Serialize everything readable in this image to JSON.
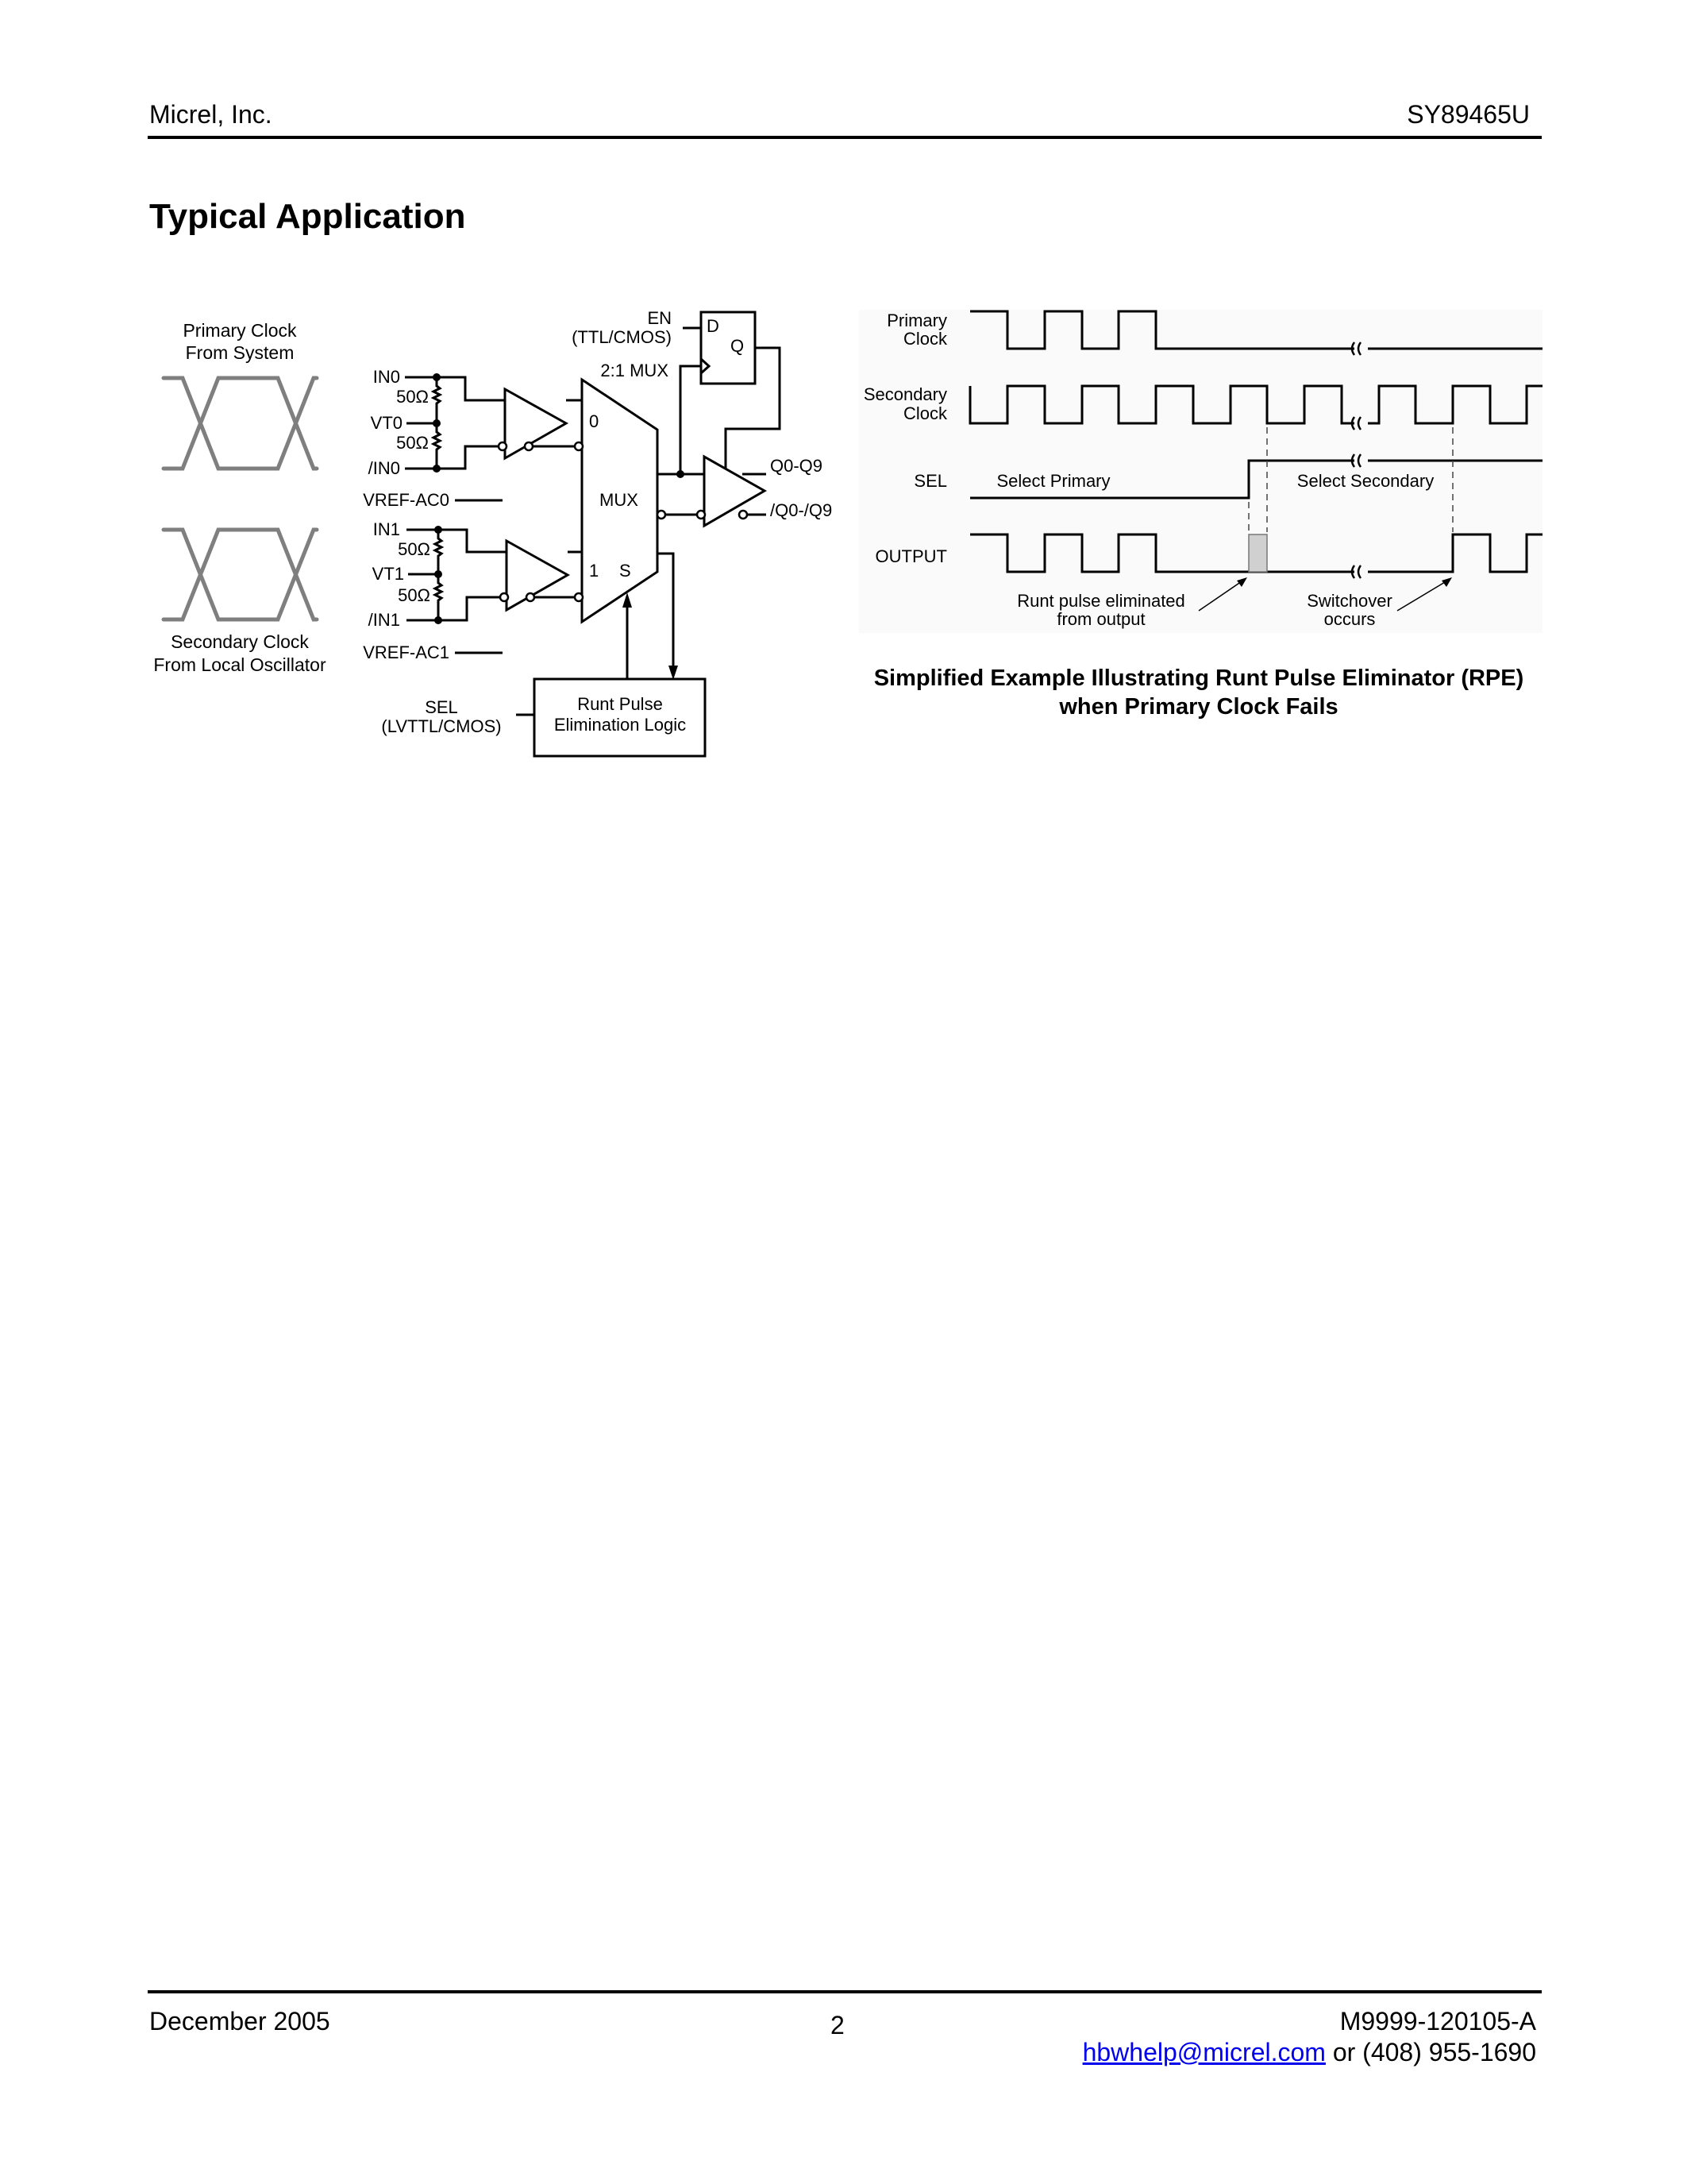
{
  "header": {
    "company": "Micrel, Inc.",
    "part_number": "SY89465U"
  },
  "section": {
    "title": "Typical Application"
  },
  "block_diagram": {
    "eye_primary_label": [
      "Primary Clock",
      "From System"
    ],
    "eye_secondary_label": [
      "Secondary Clock",
      "From Local Oscillator"
    ],
    "pins": {
      "in0": "IN0",
      "r1": "50Ω",
      "vt0": "VT0",
      "r2": "50Ω",
      "nin0": "/IN0",
      "vref0": "VREF-AC0",
      "in1": "IN1",
      "r3": "50Ω",
      "vt1": "VT1",
      "r4": "50Ω",
      "nin1": "/IN1",
      "vref1": "VREF-AC1",
      "en": "EN",
      "en_type": "(TTL/CMOS)",
      "sel": "SEL",
      "sel_type": "(LVTTL/CMOS)",
      "q": "Q0-Q9",
      "nq": "/Q0-/Q9"
    },
    "mux": {
      "caption": "2:1 MUX",
      "label": "MUX",
      "in0": "0",
      "in1": "1",
      "sel": "S"
    },
    "flipflop": {
      "d": "D",
      "q": "Q"
    },
    "rpe_box": [
      "Runt Pulse",
      "Elimination Logic"
    ]
  },
  "timing_diagram": {
    "signals": {
      "primary": [
        "Primary",
        "Clock"
      ],
      "secondary": [
        "Secondary",
        "Clock"
      ],
      "sel": "SEL",
      "output": "OUTPUT"
    },
    "sel_low_label": "Select Primary",
    "sel_high_label": "Select Secondary",
    "annotation_runt": [
      "Runt pulse eliminated",
      "from output"
    ],
    "annotation_switch": [
      "Switchover",
      "occurs"
    ],
    "caption": "Simplified Example Illustrating Runt Pulse Eliminator (RPE) when Primary Clock Fails"
  },
  "footer": {
    "date": "December 2005",
    "page": "2",
    "doc_number": "M9999-120105-A",
    "email": "hbwhelp@micrel.com",
    "contact_suffix": " or (408) 955-1690"
  }
}
